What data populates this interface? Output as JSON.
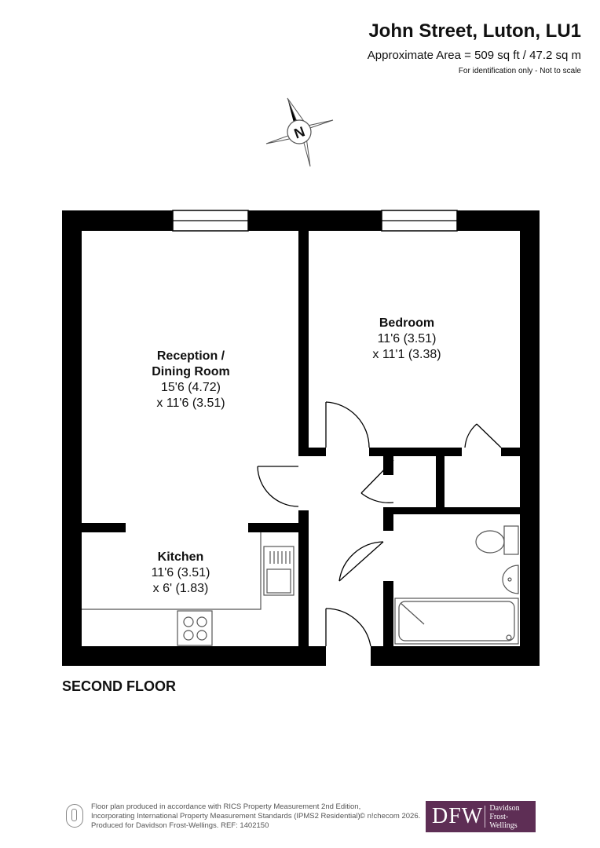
{
  "header": {
    "title": "John Street, Luton, LU1",
    "subtitle": "Approximate Area = 509 sq ft / 47.2 sq m",
    "disclaimer": "For identification only - Not to scale"
  },
  "compass": {
    "letter": "N"
  },
  "rooms": {
    "reception": {
      "name_line1": "Reception /",
      "name_line2": "Dining Room",
      "dim_line1": "15'6 (4.72)",
      "dim_line2": "x 11'6 (3.51)"
    },
    "bedroom": {
      "name": "Bedroom",
      "dim_line1": "11'6 (3.51)",
      "dim_line2": "x 11'1 (3.38)"
    },
    "kitchen": {
      "name": "Kitchen",
      "dim_line1": "11'6 (3.51)",
      "dim_line2": "x 6' (1.83)"
    }
  },
  "floor_label": "SECOND FLOOR",
  "footer": {
    "line1": "Floor plan produced in accordance with RICS Property Measurement 2nd Edition,",
    "line2": "Incorporating International Property Measurement Standards (IPMS2 Residential).",
    "line3": "Produced for Davidson Frost-Wellings.   REF:  1402150",
    "copyright": "© n!checom 2026.",
    "logo_mark": "DFW",
    "logo_name_line1": "Davidson",
    "logo_name_line2": "Frost-Wellings"
  },
  "colors": {
    "wall": "#000000",
    "brand": "#5e2e55",
    "fixture_line": "#555555"
  }
}
